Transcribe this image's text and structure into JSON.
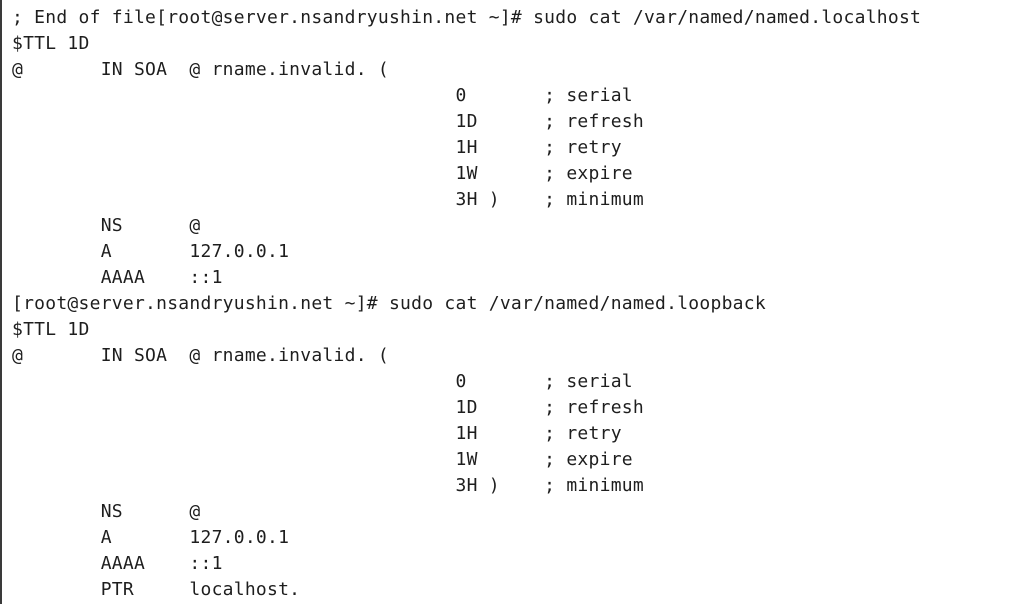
{
  "terminal": {
    "lines": [
      "; End of file[root@server.nsandryushin.net ~]# sudo cat /var/named/named.localhost",
      "$TTL 1D",
      "@       IN SOA  @ rname.invalid. (",
      "                                        0       ; serial",
      "                                        1D      ; refresh",
      "                                        1H      ; retry",
      "                                        1W      ; expire",
      "                                        3H )    ; minimum",
      "        NS      @",
      "        A       127.0.0.1",
      "        AAAA    ::1",
      "[root@server.nsandryushin.net ~]# sudo cat /var/named/named.loopback",
      "$TTL 1D",
      "@       IN SOA  @ rname.invalid. (",
      "                                        0       ; serial",
      "                                        1D      ; refresh",
      "                                        1H      ; retry",
      "                                        1W      ; expire",
      "                                        3H )    ; minimum",
      "        NS      @",
      "        A       127.0.0.1",
      "        AAAA    ::1",
      "        PTR     localhost."
    ]
  }
}
